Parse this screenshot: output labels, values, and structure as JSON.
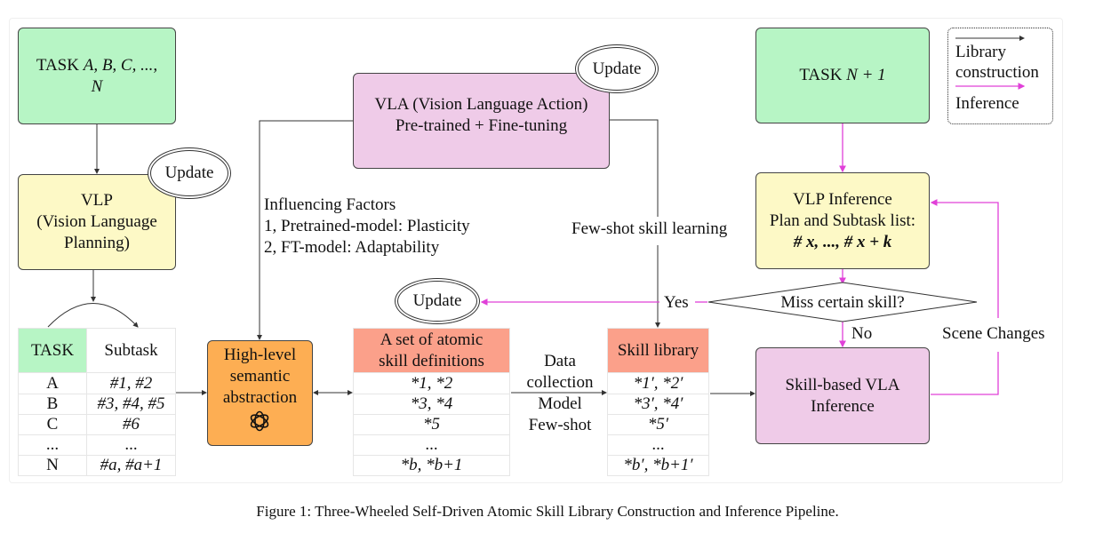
{
  "left_column": {
    "task_box": {
      "prefix": "TASK ",
      "items": "A, B, C, ...,",
      "last": "N"
    },
    "vlp_box": {
      "line1": "VLP",
      "line2": "(Vision Language",
      "line3": "Planning)"
    },
    "update_label": "Update",
    "task_table": {
      "headers": [
        "TASK",
        "Subtask"
      ],
      "rows": [
        [
          "A",
          "#1, #2"
        ],
        [
          "B",
          "#3, #4, #5"
        ],
        [
          "C",
          "#6"
        ],
        [
          "...",
          "..."
        ],
        [
          "N",
          "#a, #a+1"
        ]
      ]
    }
  },
  "middle": {
    "vla_box": {
      "line1": "VLA (Vision Language Action)",
      "line2": "Pre-trained + Fine-tuning"
    },
    "vla_update_label": "Update",
    "influencing_factors": {
      "title": "Influencing Factors",
      "items": [
        "1, Pretrained-model: Plasticity",
        "2, FT-model: Adaptability"
      ]
    },
    "abstraction_box": {
      "line1": "High-level",
      "line2": "semantic",
      "line3": "abstraction",
      "icon": "openai-logo-icon"
    },
    "atomic_update_label": "Update",
    "atomic_table": {
      "header": [
        "A set of atomic",
        "skill definitions"
      ],
      "rows": [
        "*1, *2",
        "*3, *4",
        "*5",
        "...",
        "*b, *b+1"
      ]
    },
    "data_collection_label": [
      "Data",
      "collection",
      "Model",
      "Few-shot"
    ],
    "few_shot_label": "Few-shot skill learning",
    "skill_library_table": {
      "header": "Skill library",
      "rows": [
        "*1′, *2′",
        "*3′, *4′",
        "*5′",
        "...",
        "*b′, *b+1′"
      ]
    }
  },
  "right_column": {
    "task_box": {
      "prefix": "TASK ",
      "expr": "N + 1"
    },
    "vlp_inference_box": {
      "line1": "VLP Inference",
      "line2": "Plan and Subtask list:",
      "line3": "# x, ..., # x + k"
    },
    "decision": "Miss certain skill?",
    "yes_label": "Yes",
    "no_label": "No",
    "scene_changes_label": "Scene Changes",
    "skill_vla_box": {
      "line1": "Skill-based VLA",
      "line2": "Inference"
    }
  },
  "legend": {
    "items": [
      {
        "label": "Library construction",
        "line1": "Library",
        "line2": "construction",
        "color": "#333333"
      },
      {
        "label": "Inference",
        "line1": "Inference",
        "color": "#e040d8"
      }
    ]
  },
  "colors": {
    "library_arrow": "#333333",
    "inference_arrow": "#e040d8",
    "task_green": "#b7f5c5",
    "vlp_yellow": "#fdf9c6",
    "vla_pink": "#efcbe8",
    "abstraction_orange": "#fdae53",
    "table_salmon": "#fba08a"
  },
  "caption": "Figure 1: Three-Wheeled Self-Driven Atomic Skill Library Construction and Inference Pipeline."
}
